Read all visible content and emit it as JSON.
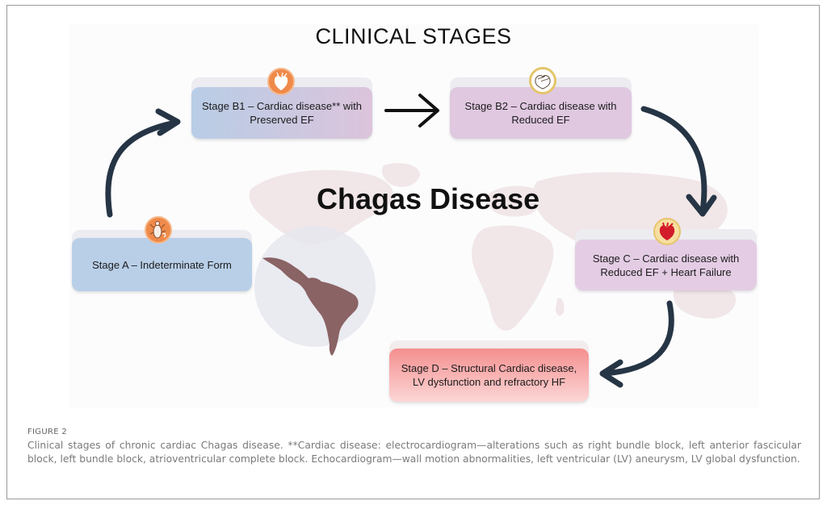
{
  "figure": {
    "title": "CLINICAL STAGES",
    "center_title": "Chagas Disease",
    "stages": [
      {
        "id": "A",
        "label": "Stage A – Indeterminate Form",
        "icon": "triatomine-bug-icon",
        "color": "#b9cfe8"
      },
      {
        "id": "B1",
        "label_line1": "Stage B1 – Cardiac disease** with",
        "label_line2": "Preserved EF",
        "icon": "heart-outline-icon",
        "color_start": "#b8cde6",
        "color_end": "#dcc4dc"
      },
      {
        "id": "B2",
        "label_line1": "Stage B2 – Cardiac disease with",
        "label_line2": "Reduced EF",
        "icon": "heart-outline-icon",
        "color": "#e0c8e0"
      },
      {
        "id": "C",
        "label_line1": "Stage C – Cardiac disease with",
        "label_line2": "Reduced EF + Heart Failure",
        "icon": "heart-red-icon",
        "color": "#e4cde4"
      },
      {
        "id": "D",
        "label_line1": "Stage D – Structural Cardiac disease,",
        "label_line2": "LV dysfunction and refractory HF",
        "icon": null,
        "color_start": "#f58f8f",
        "color_end": "#fcd6d6"
      }
    ],
    "flow": [
      "A",
      "B1",
      "B2",
      "C",
      "D"
    ]
  },
  "caption": {
    "label": "FIGURE 2",
    "text": "Clinical stages of chronic cardiac Chagas disease. **Cardiac disease: electrocardiogram—alterations such as right bundle block, left anterior fascicular block, left bundle block, atrioventricular complete block. Echocardiogram—wall motion abnormalities, left ventricular (LV) aneurysm, LV global dysfunction."
  },
  "colors": {
    "arrow": "#263545",
    "map_world": "#f0e4e6",
    "map_latin_america": "#8a6364",
    "globe": "#e9e9f0",
    "badge_orange": "#ef8a4a",
    "badge_gold": "#e5c56a"
  }
}
